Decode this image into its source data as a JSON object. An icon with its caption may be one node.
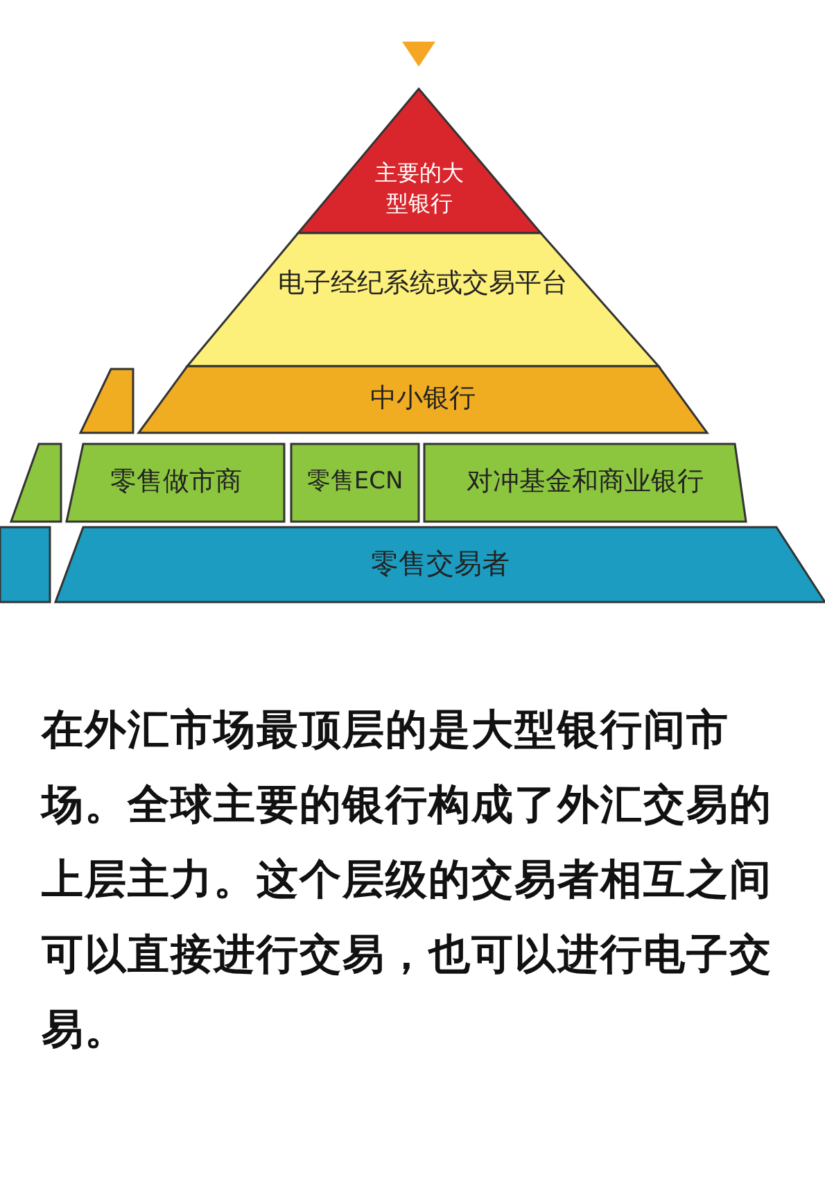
{
  "diagram": {
    "nodes": [
      {
        "text": [
          "主要的大型银行"
        ]
      },
      {
        "text": [
          "电子经纪系统或交易平台"
        ]
      },
      {
        "text": [],
        "shape": "box"
      },
      {
        "text": [
          "中小银行"
        ]
      },
      {
        "text": [],
        "shape": "box"
      },
      {
        "text": [
          "零售做市商"
        ]
      },
      {
        "text": [
          "零售ECN"
        ]
      },
      {
        "text": [
          "对冲基金和商业银行"
        ]
      },
      {
        "text": [],
        "shape": "box"
      },
      {
        "text": [
          "零售交易者"
        ]
      }
    ],
    "labels": [
      "在外汇市场最顶层的是大型银行间市场。全球主要的银行构成了外汇交易的上层主力。这个层级的交易者相互之间可以直接进行交易，也可以进行电子交易。"
    ]
  }
}
